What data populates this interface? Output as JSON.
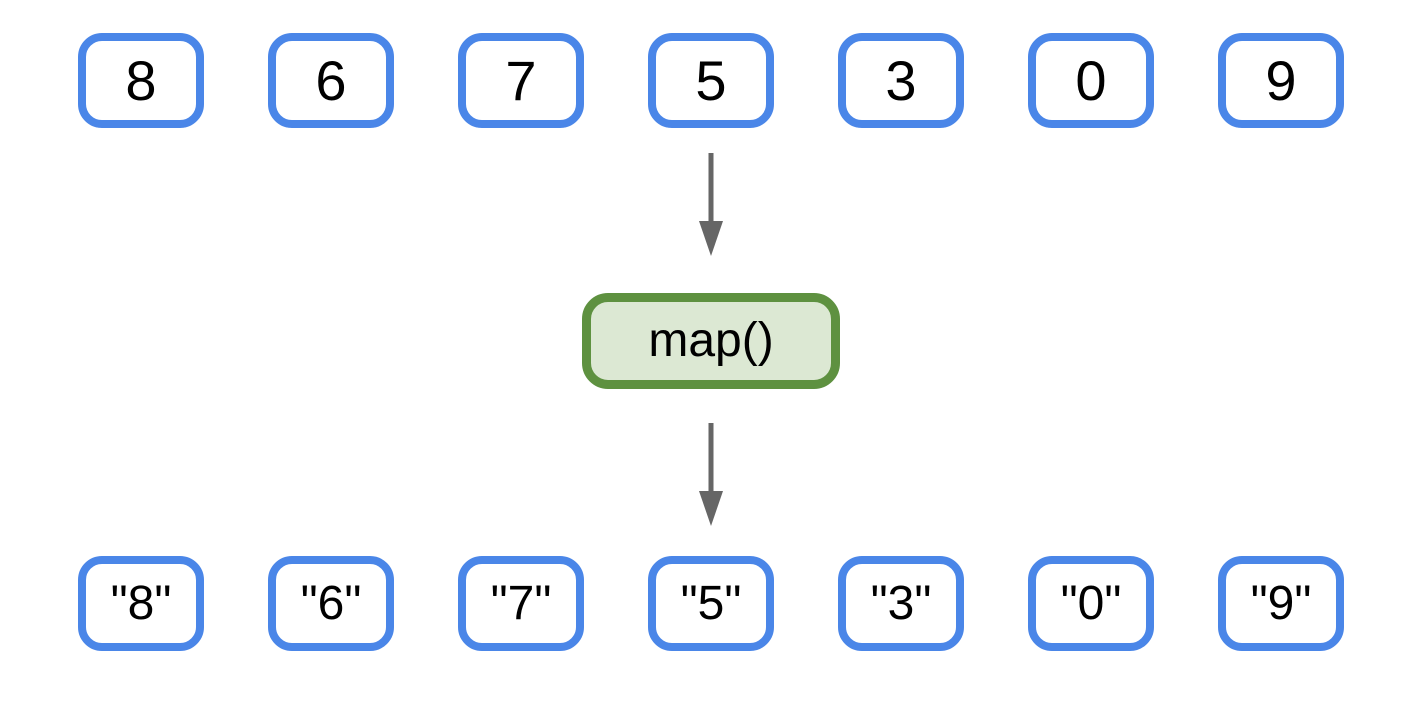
{
  "diagram": {
    "description": "map() transformation diagram: list of numbers mapped to list of strings",
    "input_values": [
      "8",
      "6",
      "7",
      "5",
      "3",
      "0",
      "9"
    ],
    "function_label": "map()",
    "output_values": [
      "\"8\"",
      "\"6\"",
      "\"7\"",
      "\"5\"",
      "\"3\"",
      "\"0\"",
      "\"9\""
    ],
    "colors": {
      "box_border": "#4a86e8",
      "box_fill": "#ffffff",
      "function_border": "#5e9140",
      "function_fill": "#dce8d3",
      "arrow": "#666666",
      "text": "#000000",
      "background": "#ffffff"
    }
  }
}
